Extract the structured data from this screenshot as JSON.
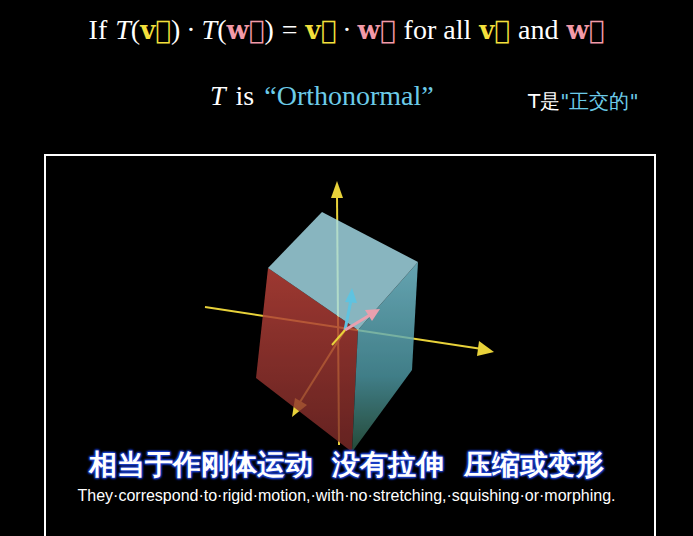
{
  "diagram": {
    "labels": [
      "If",
      "T",
      "(",
      "v⃗",
      ")",
      "·",
      "T",
      "(",
      "w⃗",
      ")",
      "=",
      "v⃗",
      "·",
      "w⃗",
      "for all",
      "v⃗",
      "and",
      "w⃗",
      "T",
      "is",
      "“Orthonormal”",
      "T是",
      "\"正交的\"",
      "相当于作刚体运动  没有拉伸  压缩或变形",
      "They·correspond·to·rigid·motion,·with·no·stretching,·squishing·or·morphing."
    ]
  }
}
